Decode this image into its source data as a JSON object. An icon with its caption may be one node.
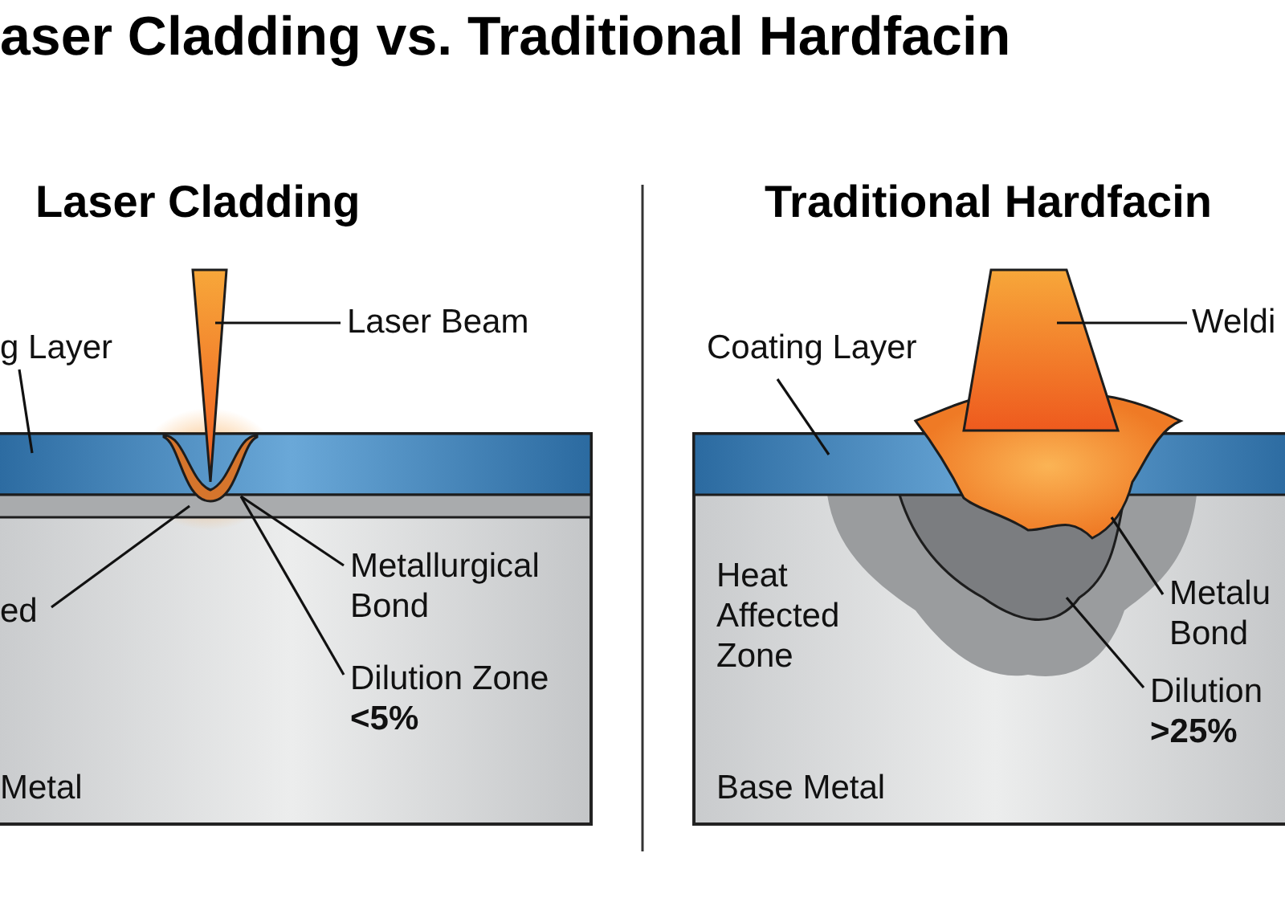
{
  "diagram": {
    "title": "aser Cladding vs. Traditional Hardfacin",
    "nodes": [
      {
        "text": [
          "g Layer"
        ]
      },
      {
        "text": [],
        "shape": "box"
      },
      {
        "text": [
          "Laser Beam"
        ]
      },
      {
        "text": [],
        "shape": "triangle"
      },
      {
        "text": [
          "ed"
        ]
      },
      {
        "text": [],
        "shape": "bar"
      },
      {
        "text": [
          "Metallurgical Bond"
        ]
      },
      {
        "text": [],
        "shape": "blob"
      },
      {
        "text": [
          "Dilution Zone **<5%**"
        ]
      },
      {
        "text": [
          "Coating Layer"
        ]
      },
      {
        "text": [],
        "shape": "box"
      },
      {
        "text": [
          "Weldi"
        ]
      },
      {
        "text": [],
        "shape": "cone"
      },
      {
        "text": [
          "Metalu Bond"
        ]
      },
      {
        "text": [],
        "shape": "blob"
      },
      {
        "text": [
          "Dilution **>25%**"
        ]
      },
      {
        "text": [],
        "shape": "blob"
      }
    ],
    "edges": [
      {
        "from": 0,
        "to": 1,
        "arrow": "none"
      },
      {
        "from": 2,
        "to": 3,
        "arrow": "none"
      },
      {
        "from": 4,
        "to": 5,
        "arrow": "none"
      },
      {
        "from": 6,
        "to": 7,
        "arrow": "none"
      },
      {
        "from": 8,
        "to": 7,
        "arrow": "none"
      },
      {
        "from": 9,
        "to": 10,
        "arrow": "none"
      },
      {
        "from": 11,
        "to": 12,
        "arrow": "none"
      },
      {
        "from": 13,
        "to": 14,
        "arrow": "none"
      },
      {
        "from": 15,
        "to": 16,
        "arrow": "none"
      }
    ],
    "labels": [
      "Laser Cladding",
      "Traditional Hardfacin",
      "Metal",
      "Heat Affected Zone",
      "Base Metal"
    ]
  }
}
